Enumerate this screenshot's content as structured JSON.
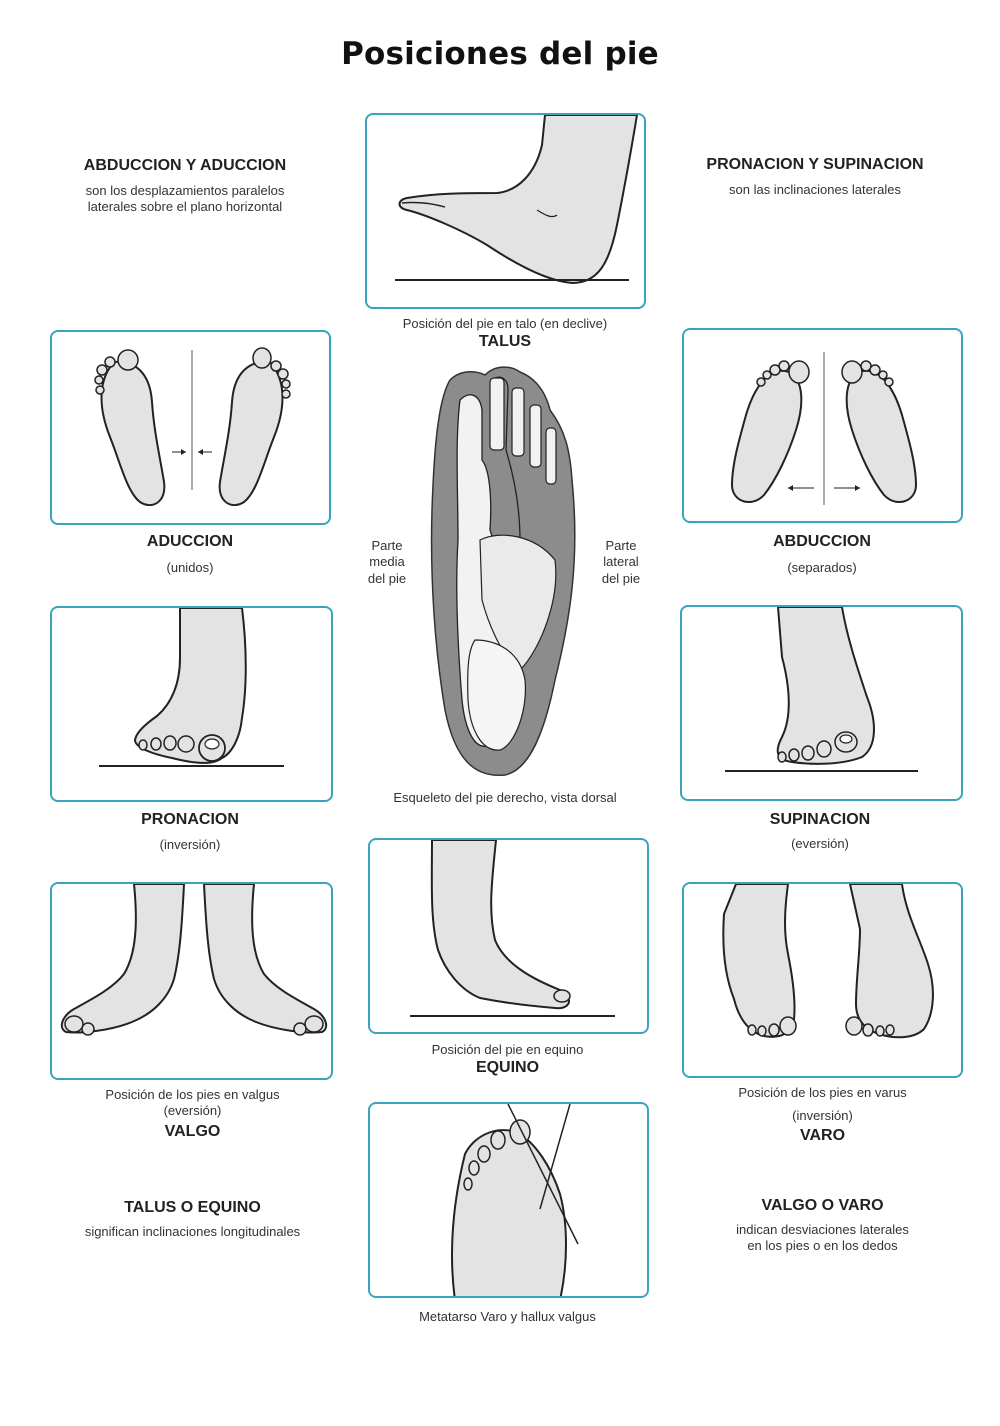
{
  "title": "Posiciones del pie",
  "intro_left": {
    "heading": "ABDUCCION Y ADUCCION",
    "text_line1": "son los desplazamientos paralelos",
    "text_line2": "laterales sobre el plano horizontal"
  },
  "intro_right": {
    "heading": "PRONACION Y SUPINACION",
    "text": "son las inclinaciones laterales"
  },
  "talus": {
    "caption": "Posición del pie en talo (en declive)",
    "label": "TALUS"
  },
  "aduccion": {
    "label": "ADUCCION",
    "sub": "(unidos)"
  },
  "abduccion": {
    "label": "ABDUCCION",
    "sub": "(separados)"
  },
  "skeleton": {
    "left_line1": "Parte",
    "left_line2": "media",
    "left_line3": "del pie",
    "right_line1": "Parte",
    "right_line2": "lateral",
    "right_line3": "del pie",
    "caption": "Esqueleto del pie derecho, vista dorsal"
  },
  "pronacion": {
    "label": "PRONACION",
    "sub": "(inversión)"
  },
  "supinacion": {
    "label": "SUPINACION",
    "sub": "(eversión)"
  },
  "equino": {
    "caption": "Posición del pie en equino",
    "label": "EQUINO"
  },
  "valgo": {
    "caption_line1": "Posición de los pies en valgus",
    "caption_line2": "(eversión)",
    "label": "VALGO"
  },
  "varo": {
    "caption_line1": "Posición de los pies en varus",
    "caption_line2": "(inversión)",
    "label": "VARO"
  },
  "talus_equino": {
    "heading": "TALUS O EQUINO",
    "text": "significan inclinaciones longitudinales"
  },
  "valgo_varo": {
    "heading": "VALGO O VARO",
    "text_line1": "indican desviaciones laterales",
    "text_line2": "en los pies o en los dedos"
  },
  "hallux": {
    "caption": "Metatarso Varo y hallux valgus"
  },
  "colors": {
    "frame": "#3ba3bd",
    "skin": "#e3e3e3",
    "outline": "#222222",
    "skeleton_bg": "#8c8c8c"
  }
}
